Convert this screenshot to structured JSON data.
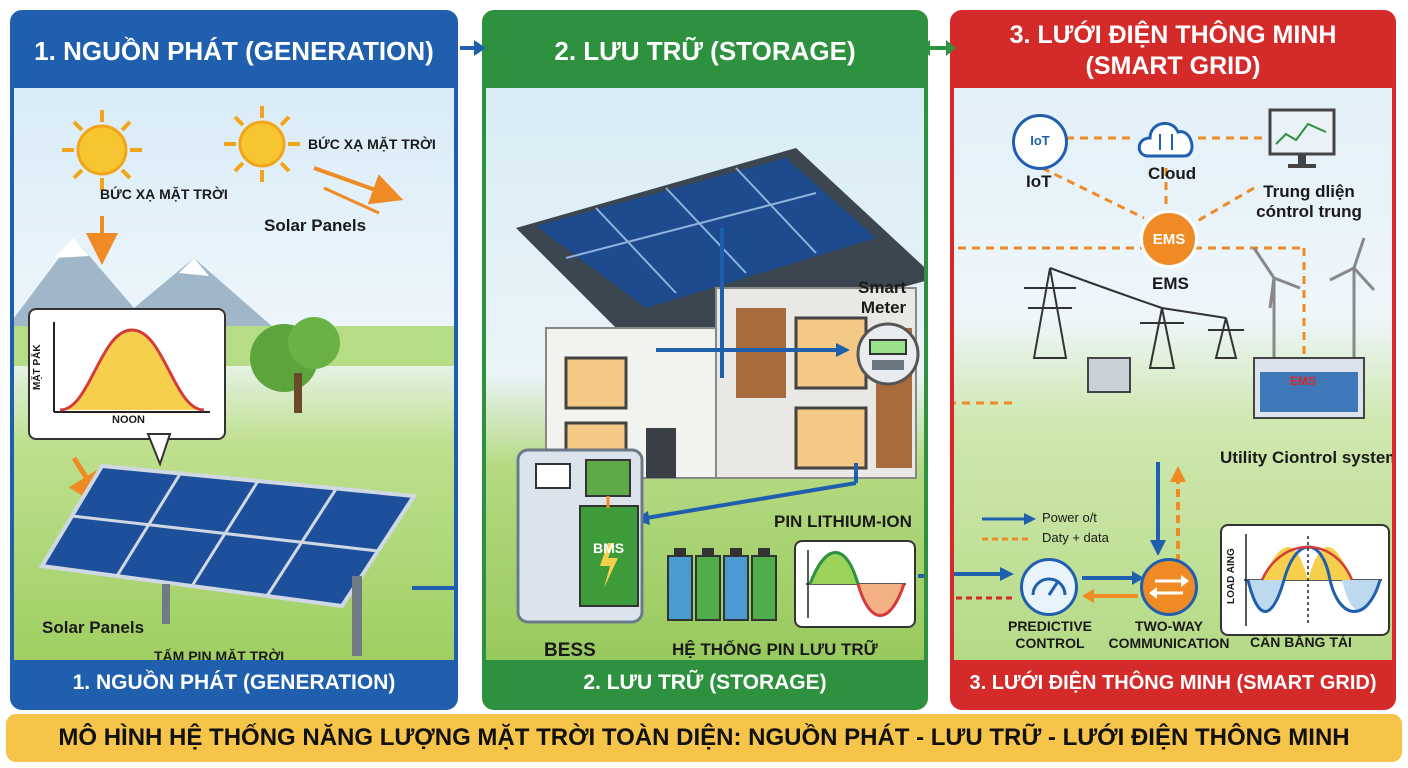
{
  "banner": {
    "title": "MÔ HÌNH HỆ THỐNG NĂNG LƯỢNG MẶT TRỜI TOÀN DIỆN: NGUỒN PHÁT - LƯU TRỮ - LƯỚI ĐIỆN THÔNG MINH"
  },
  "panels": {
    "generation": {
      "header": "1. NGUỒN PHÁT (GENERATION)",
      "footer": "1. NGUỒN PHÁT (GENERATION)",
      "sun_label_1": "BỨC XẠ MẶT TRỜI",
      "sun_label_2": "BỨC XẠ MẶT TRỜI",
      "solar_panels_label_1": "Solar Panels",
      "solar_panels_label_2": "Solar Panels",
      "solar_panels_vn": "TẤM PIN MẶT TRỜI",
      "chart_ylabel": "MẶT PẮK",
      "chart_xlabel": "NOON"
    },
    "storage": {
      "header": "2. LƯU TRỮ (STORAGE)",
      "footer": "2. LƯU TRỮ (STORAGE)",
      "smart_meter_line1": "Smart",
      "smart_meter_line2": "Meter",
      "bms": "BMS",
      "bess": "BESS",
      "pin_lithium": "PIN LITHIUM-ION",
      "battery_system": "HỆ THỐNG PIN LƯU TRỮ"
    },
    "smart_grid": {
      "header_line1": "3. LƯỚI ĐIỆN THÔNG MINH",
      "header_line2": "(SMART GRID)",
      "footer": "3. LƯỚI ĐIỆN THÔNG MINH (SMART GRID)",
      "iot_icon_text": "IoT",
      "iot_label": "IoT",
      "cloud_label": "Cloud",
      "control_line1": "Trung dliện",
      "control_line2": "cóntrol trung",
      "ems_badge": "EMS",
      "ems_label": "EMS",
      "ems_building": "EMS",
      "utility_label": "Utility Ciontrol system",
      "legend_power": "Power o/t",
      "legend_data": "Daty + data",
      "predictive_line1": "PREDICTIVE",
      "predictive_line2": "CONTROL",
      "twoway_line1": "TWO-WAY",
      "twoway_line2": "COMMUNICATION",
      "load_ylabel": "LOAD AING",
      "load_balance": "CÂN BẰNG TẢI"
    }
  },
  "colors": {
    "generation": "#1f5fae",
    "storage": "#2e9140",
    "smart_grid": "#d42a2a",
    "banner": "#f7c44a",
    "power_arrow": "#1f5fae",
    "data_arrow": "#f08a24"
  }
}
